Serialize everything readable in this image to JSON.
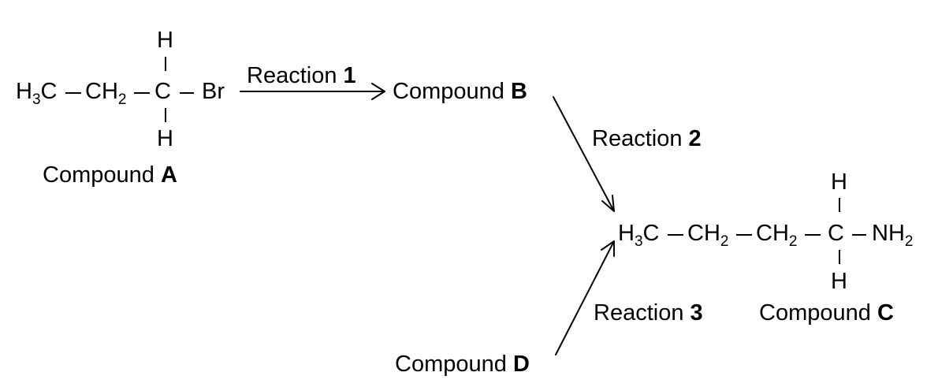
{
  "compound_a": {
    "atoms": [
      "H",
      "C",
      "CH",
      "C",
      "Br",
      "H",
      "H"
    ],
    "subscripts": [
      "3",
      "2"
    ],
    "name": "Compound",
    "letter": "A"
  },
  "compound_b": {
    "name": "Compound",
    "letter": "B"
  },
  "compound_c": {
    "atoms": [
      "H",
      "C",
      "CH",
      "CH",
      "C",
      "NH",
      "H",
      "H"
    ],
    "subscripts": [
      "3",
      "2",
      "2",
      "2"
    ],
    "name": "Compound",
    "letter": "C"
  },
  "compound_d": {
    "name": "Compound",
    "letter": "D"
  },
  "reactions": [
    {
      "name": "Reaction",
      "number": "1"
    },
    {
      "name": "Reaction",
      "number": "2"
    },
    {
      "name": "Reaction",
      "number": "3"
    }
  ]
}
